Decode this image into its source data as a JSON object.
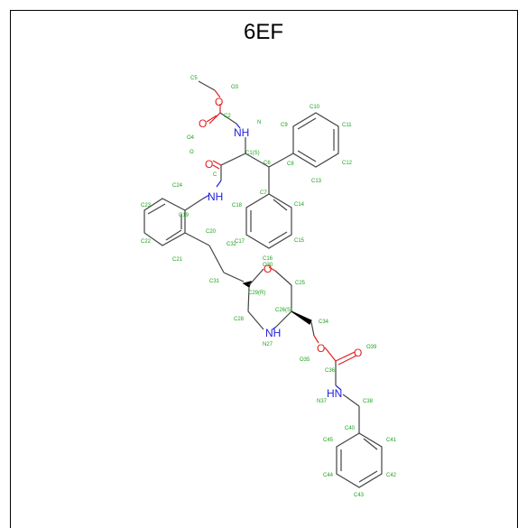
{
  "title": "6EF",
  "atoms": {
    "O": "O",
    "NH": "NH",
    "HN": "HN",
    "N": "N"
  },
  "labels": {
    "C5": "C5",
    "O3": "O3",
    "C2": "C2",
    "N": "N",
    "O4": "O4",
    "C1S": "C1(S)",
    "O": "O",
    "C": "C",
    "C6": "C6",
    "C9": "C9",
    "C10": "C10",
    "C11": "C11",
    "C8": "C8",
    "C12": "C12",
    "C13": "C13",
    "C7": "C7",
    "C14": "C14",
    "C24": "C24",
    "C23": "C23",
    "C19": "C19",
    "C18": "C18",
    "C17": "C17",
    "C15": "C15",
    "C22": "C22",
    "C20": "C20",
    "C32": "C32",
    "C21": "C21",
    "C16": "C16",
    "O30": "O30",
    "C31": "C31",
    "C25": "C25",
    "C29R": "C29(R)",
    "C26S": "C26(S)",
    "C28": "C28",
    "C34": "C34",
    "N27": "N27",
    "O39": "O39",
    "O35": "O35",
    "C36": "C36",
    "N37": "N37",
    "C38": "C38",
    "C40": "C40",
    "C45": "C45",
    "C41": "C41",
    "C44": "C44",
    "C42": "C42",
    "C43": "C43"
  }
}
